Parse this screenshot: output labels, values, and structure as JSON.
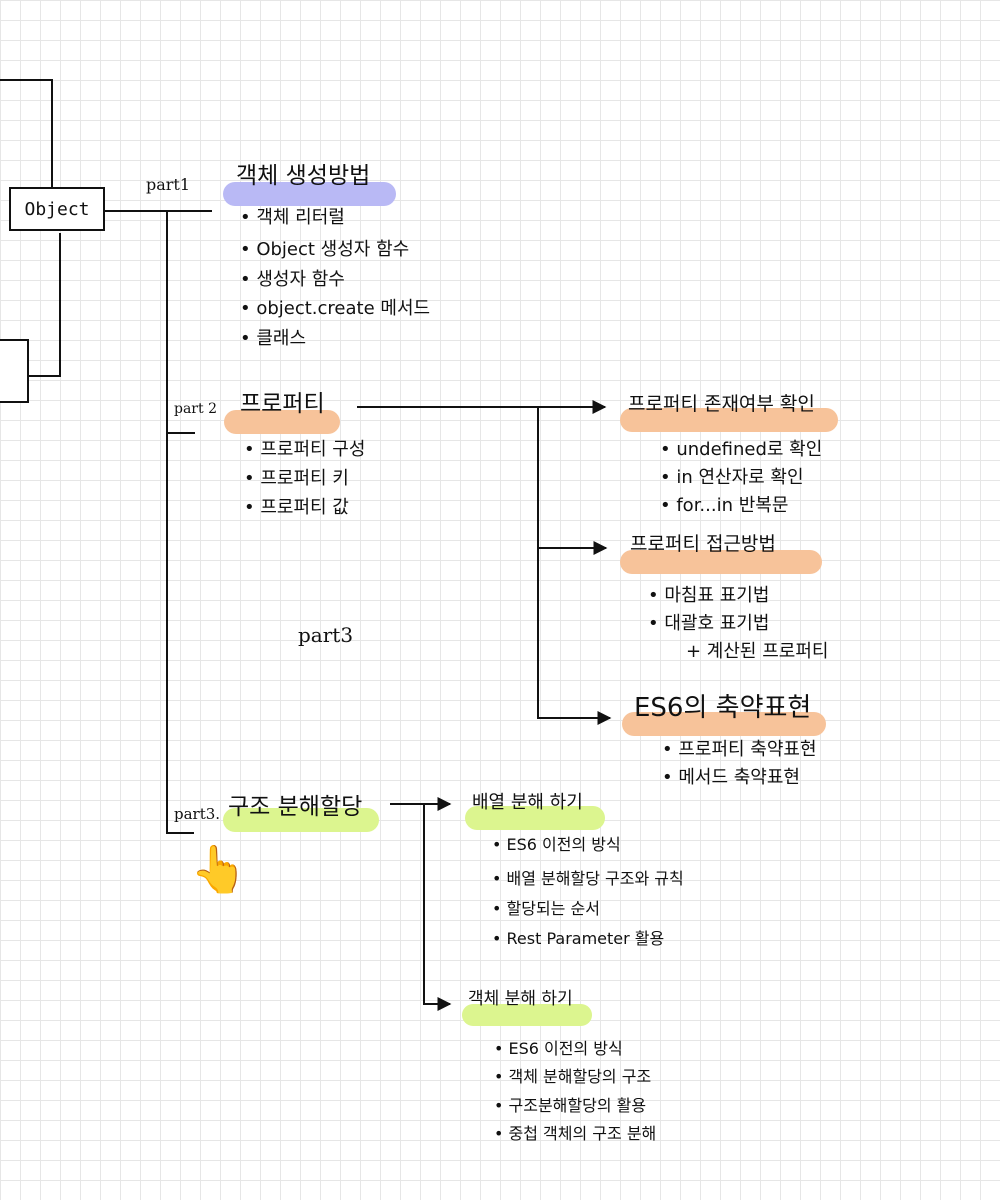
{
  "root": {
    "label": "Object"
  },
  "colors": {
    "purple": "#b9b9f5",
    "orange": "#f7c39a",
    "lime": "#dcf58f",
    "ink": "#111111"
  },
  "part1": {
    "tag": "part1",
    "title": "객체 생성방법",
    "items": [
      "• 객체 리터럴",
      "• Object 생성자 함수",
      "• 생성자 함수",
      "• object.create 메서드",
      "• 클래스"
    ]
  },
  "part2": {
    "tag": "part 2",
    "title": "프로퍼티",
    "items": [
      "• 프로퍼티 구성",
      "• 프로퍼티 키",
      "• 프로퍼티 값"
    ],
    "branches": [
      {
        "title": "프로퍼티 존재여부 확인",
        "items": [
          "• undefined로 확인",
          "• in 연산자로 확인",
          "• for...in 반복문"
        ]
      },
      {
        "title": "프로퍼티 접근방법",
        "items": [
          "• 마침표 표기법",
          "• 대괄호 표기법",
          "+ 계산된 프로퍼티"
        ]
      },
      {
        "title": "ES6의 축약표현",
        "items": [
          "• 프로퍼티 축약표현",
          "• 메서드 축약표현"
        ]
      }
    ]
  },
  "floating_note": "part3",
  "part3": {
    "tag": "part3.",
    "title": "구조 분해할당",
    "branches": [
      {
        "title": "배열 분해 하기",
        "items": [
          "• ES6 이전의 방식",
          "• 배열 분해할당 구조와 규칙",
          "• 할당되는 순서",
          "• Rest Parameter 활용"
        ]
      },
      {
        "title": "객체 분해 하기",
        "items": [
          "• ES6 이전의 방식",
          "• 객체 분해할당의 구조",
          "• 구조분해할당의 활용",
          "• 중첩 객체의 구조 분해"
        ]
      }
    ]
  },
  "pointer_icon": "pointing-up-hand-icon"
}
